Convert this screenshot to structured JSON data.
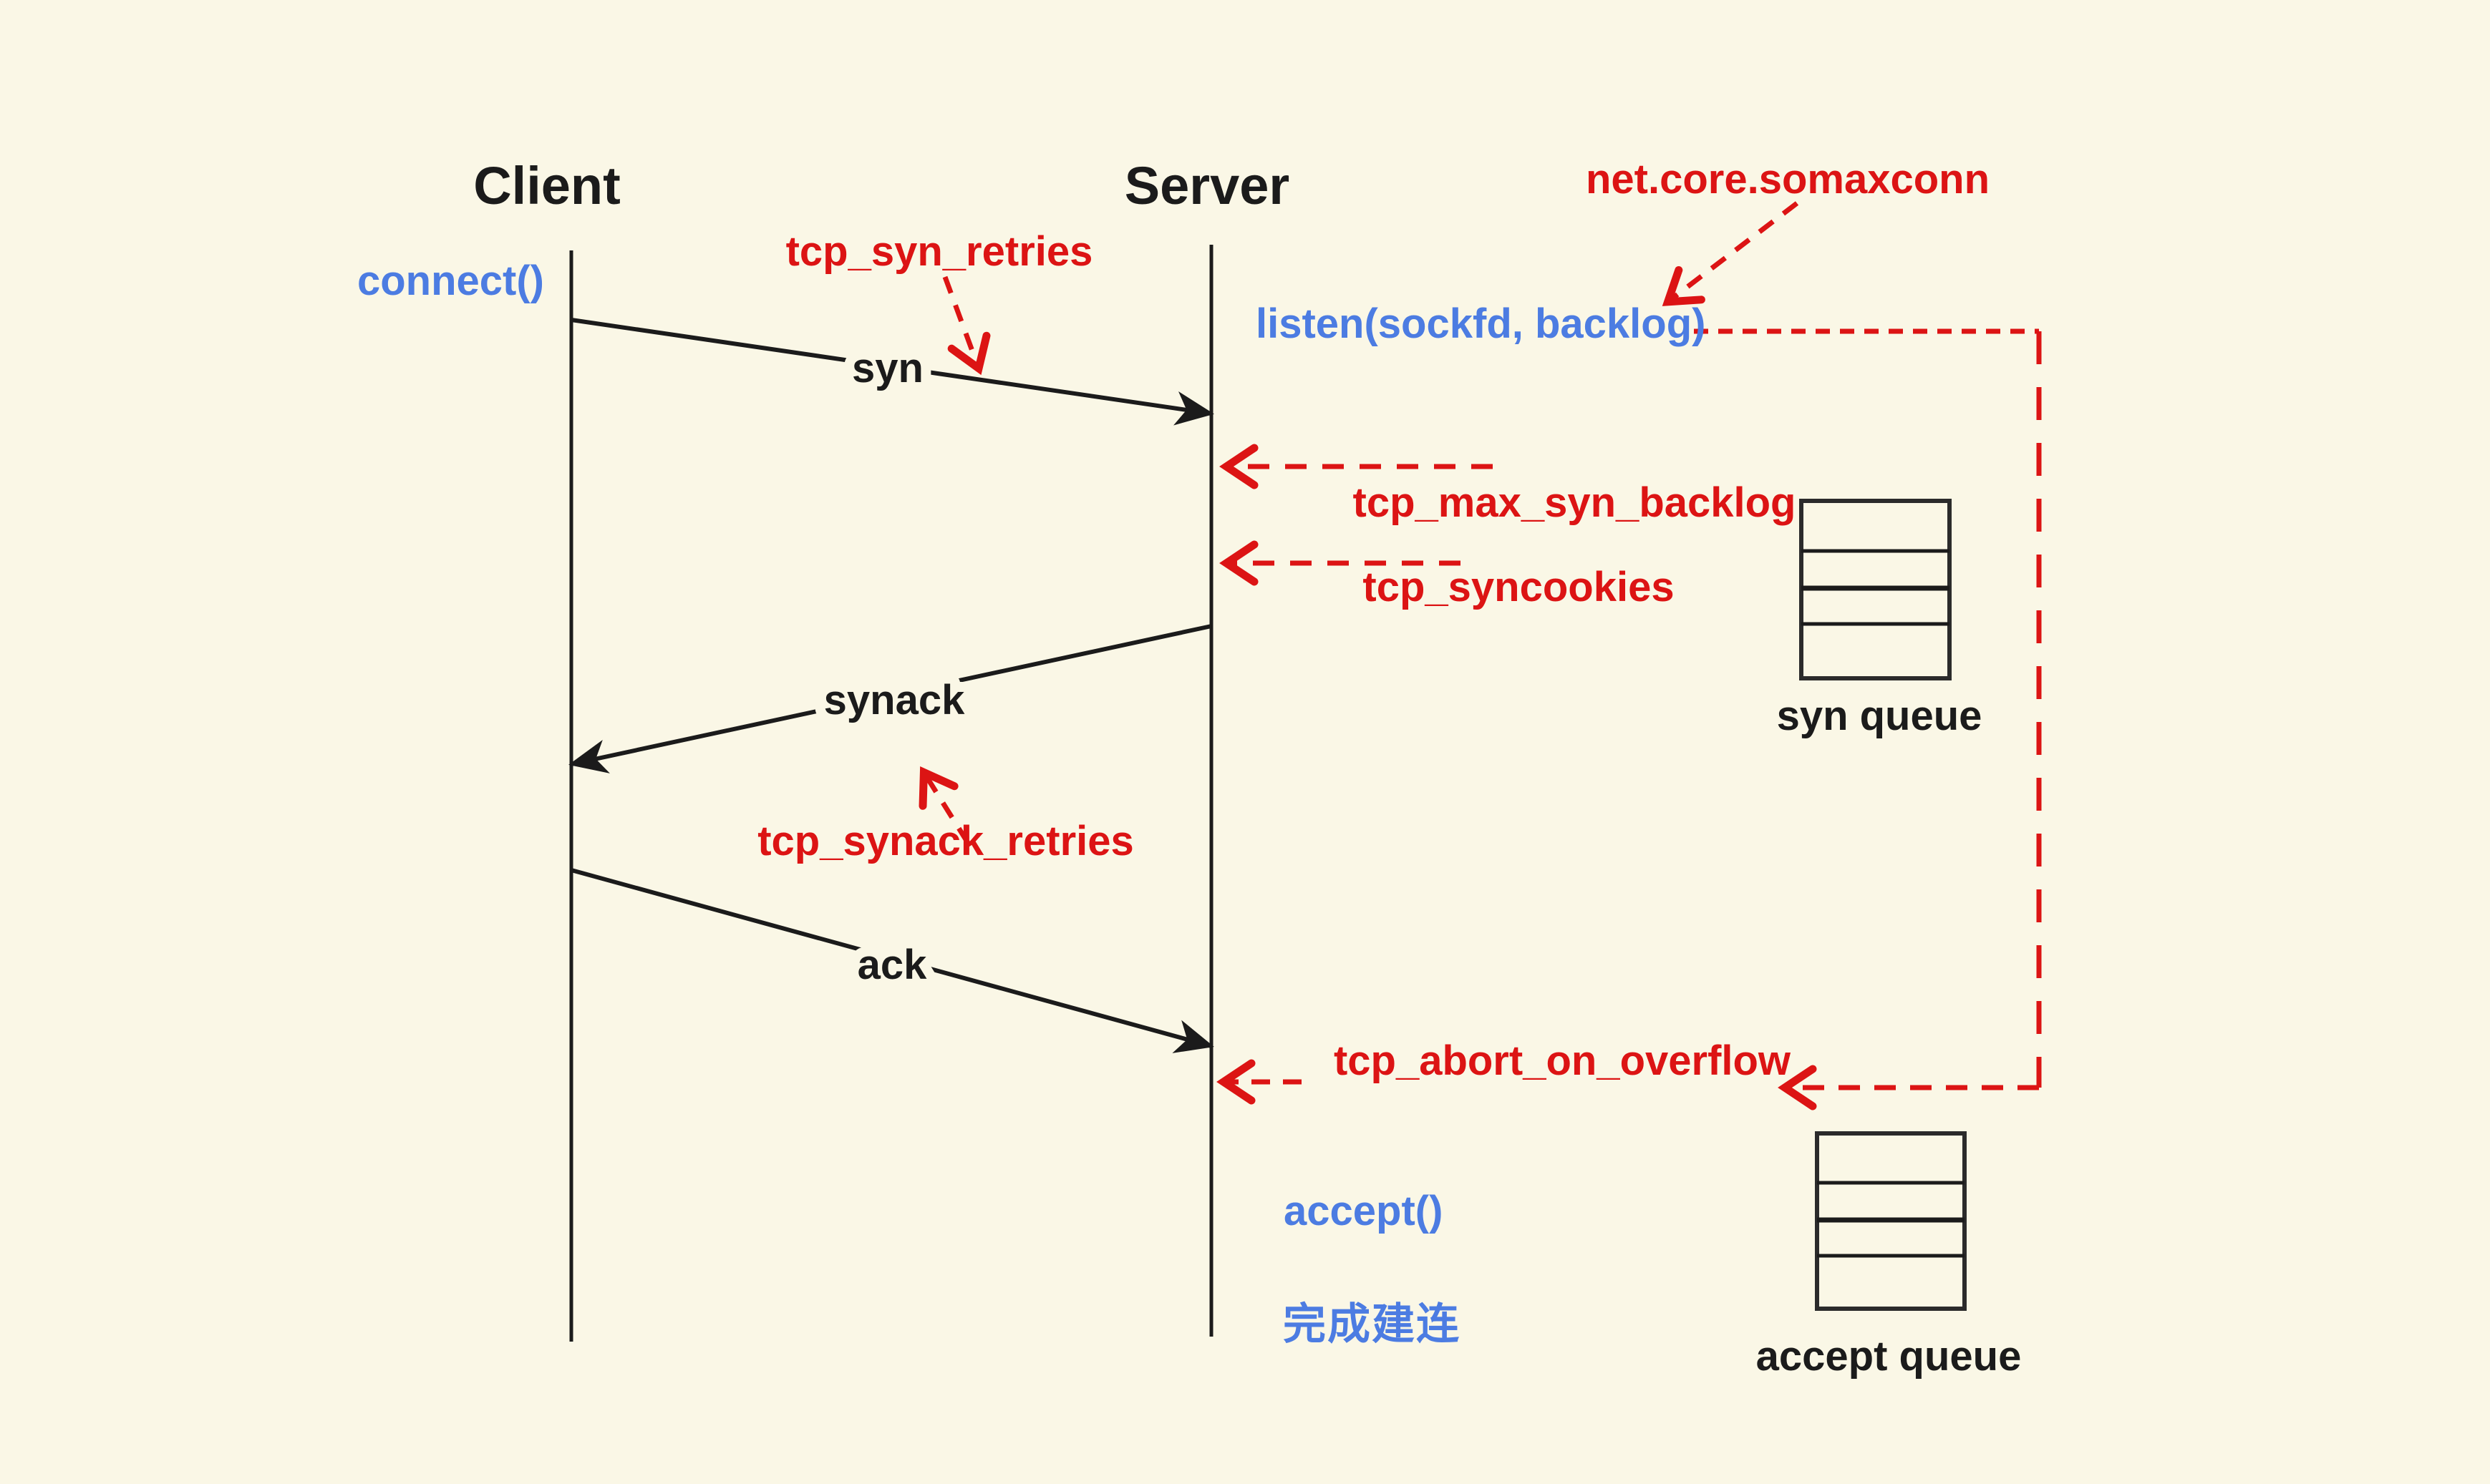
{
  "colors": {
    "background": "#faf7e6",
    "ink": "#1b1b1b",
    "red": "#dc1414",
    "blue": "#4c7ce2"
  },
  "actors": {
    "client": "Client",
    "server": "Server"
  },
  "calls": {
    "connect": "connect()",
    "listen": "listen(sockfd, backlog)",
    "accept": "accept()",
    "established": "完成建连"
  },
  "messages": {
    "syn": "syn",
    "synack": "synack",
    "ack": "ack"
  },
  "params": {
    "syn_retries": "tcp_syn_retries",
    "somaxconn": "net.core.somaxconn",
    "max_syn_backlog": "tcp_max_syn_backlog",
    "syncookies": "tcp_syncookies",
    "synack_retries": "tcp_synack_retries",
    "abort_on_overflow": "tcp_abort_on_overflow"
  },
  "queues": {
    "syn": "syn queue",
    "accept": "accept queue"
  }
}
